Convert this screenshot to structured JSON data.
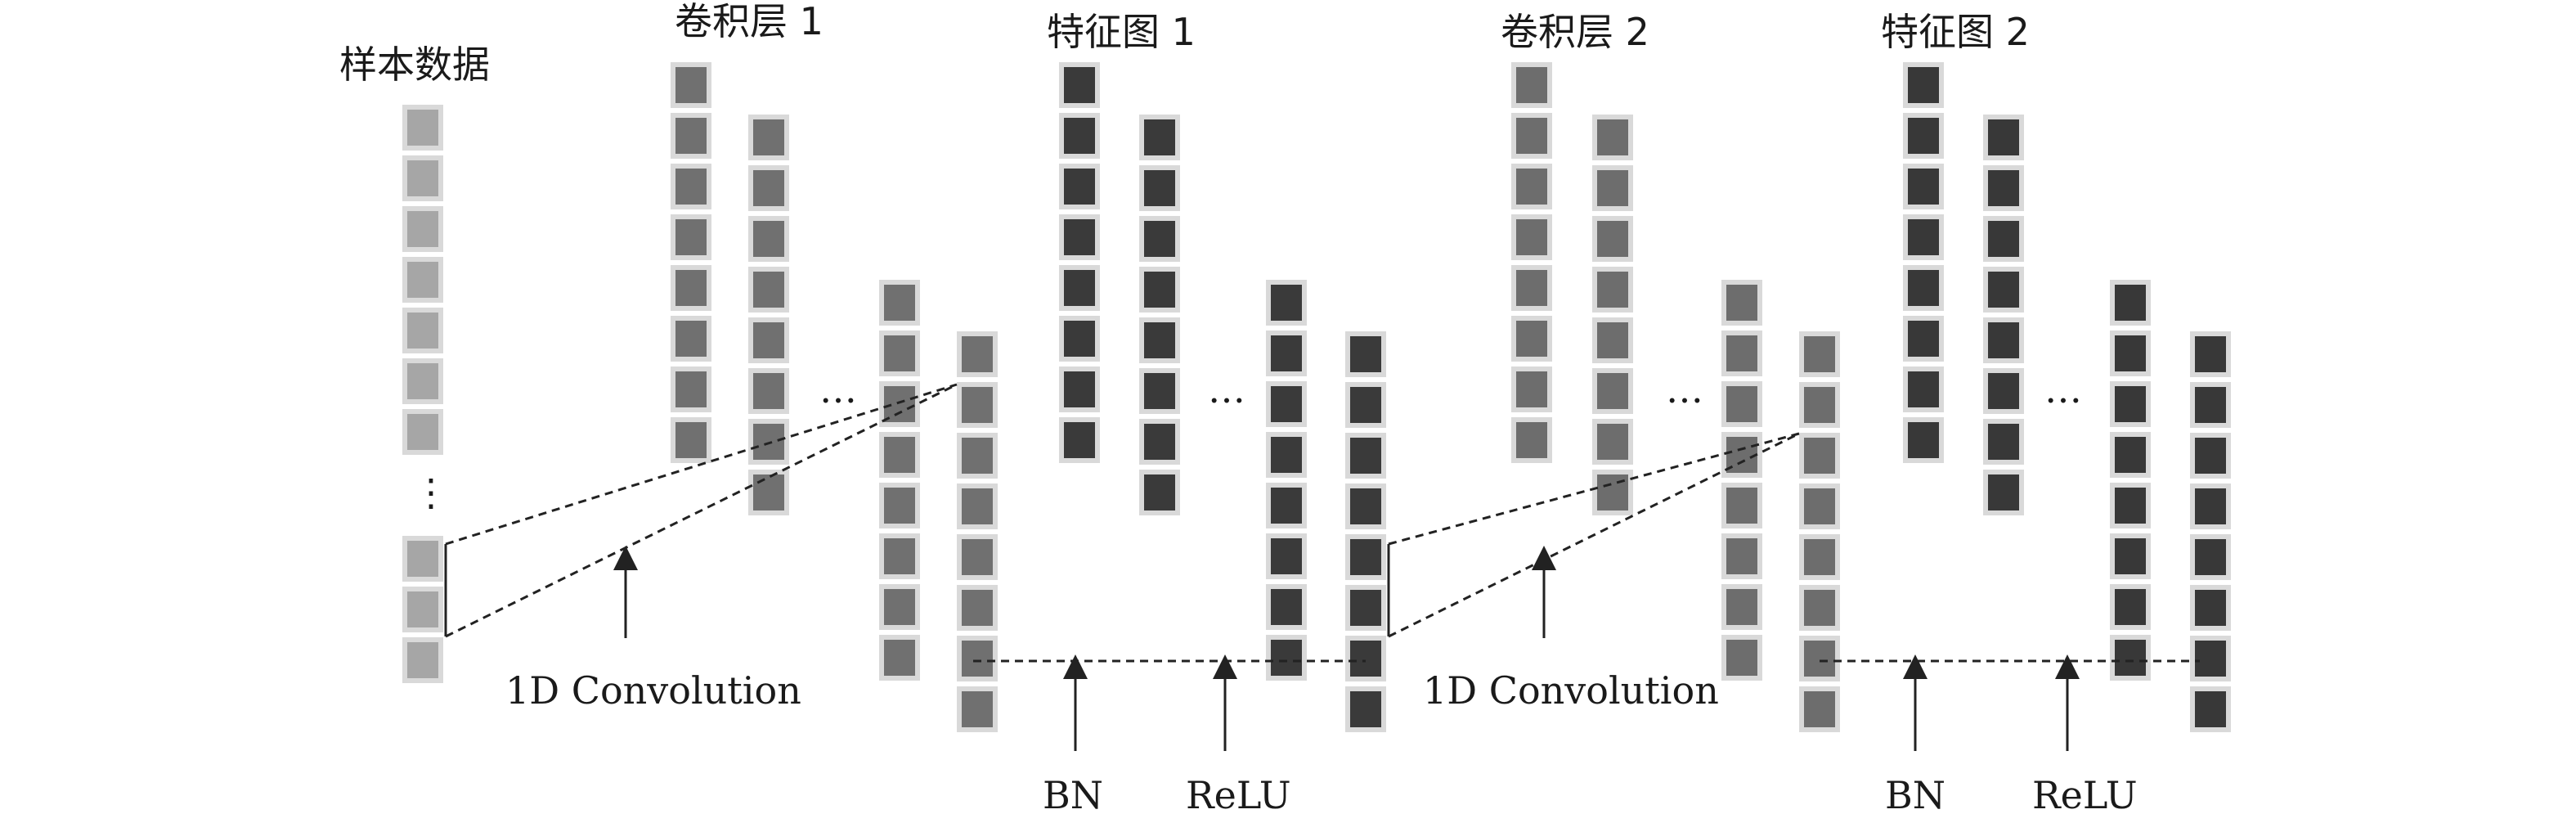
{
  "labels": {
    "sample_data": "样本数据",
    "conv_layer_1": "卷积层 1",
    "feature_map_1": "特征图 1",
    "conv_layer_2": "卷积层 2",
    "feature_map_2": "特征图 2",
    "conv_op_1": "1D Convolution",
    "conv_op_2": "1D Convolution",
    "bn_1": "BN",
    "relu_1": "ReLU",
    "bn_2": "BN",
    "relu_2": "ReLU",
    "ellipsis": "…",
    "vertical_ellipsis": "⋮"
  },
  "colors": {
    "sample_cell": "#a6a6a6",
    "conv1_cell": "#707070",
    "feature1_cell": "#3a3a3a",
    "conv2_cell": "#6d6d6d",
    "feature2_cell": "#383838",
    "frame": "#d9d9d9",
    "line": "#222222"
  }
}
